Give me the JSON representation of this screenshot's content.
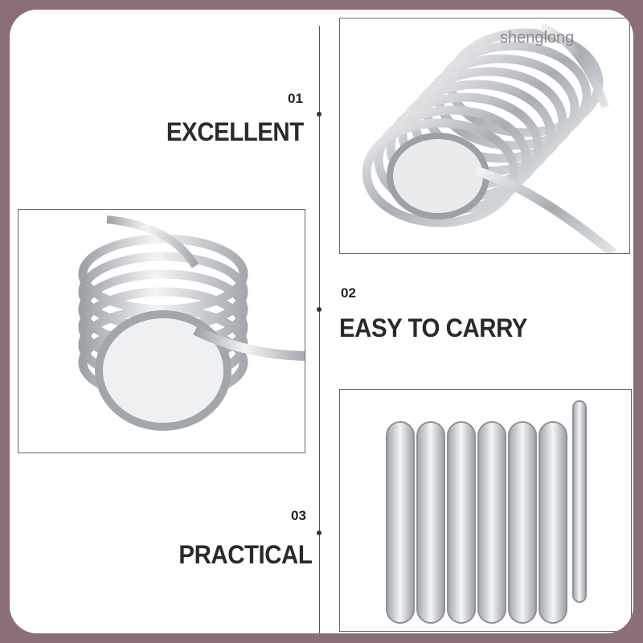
{
  "brand": {
    "watermark": "shenglong"
  },
  "features": [
    {
      "number": "01",
      "title": "EXCELLENT"
    },
    {
      "number": "02",
      "title": "EASY TO CARRY"
    },
    {
      "number": "03",
      "title": "PRACTICAL"
    }
  ],
  "colors": {
    "background": "#8a6f78",
    "panel": "#ffffff",
    "metal": "#c9ccd0"
  },
  "images": [
    {
      "name": "coil-spring-angled-view"
    },
    {
      "name": "coil-spring-front-view"
    },
    {
      "name": "coil-spring-side-view"
    }
  ]
}
